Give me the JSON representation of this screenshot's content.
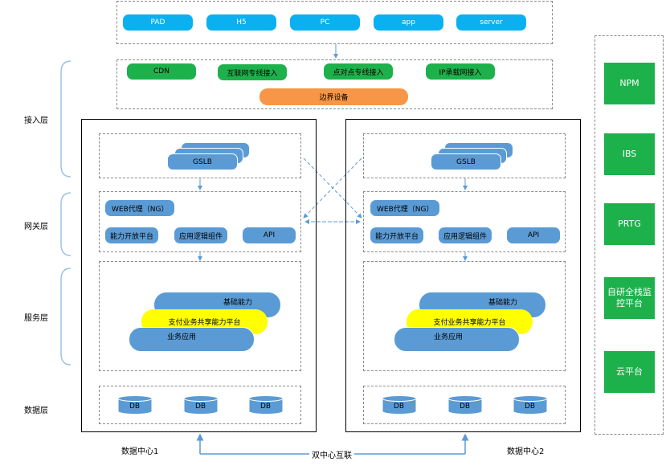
{
  "clients": [
    "PAD",
    "H5",
    "PC",
    "app",
    "server"
  ],
  "access": {
    "links": [
      "CDN",
      "互联网专线接入",
      "点对点专线接入",
      "IP承载网接入"
    ],
    "edge": "边界设备"
  },
  "layers": {
    "access": "接入层",
    "gateway": "网关层",
    "service": "服务层",
    "data": "数据层"
  },
  "datacenter": {
    "gslb": "GSLB",
    "web_proxy": "WEB代理（NG）",
    "capability_platform": "能力开放平台",
    "app_logic": "应用逻辑组件",
    "api": "API",
    "base_capability": "基础能力",
    "payment_platform": "支付业务共享能力平台",
    "business_app": "业务应用",
    "db": "DB"
  },
  "centers": [
    "数据中心1",
    "数据中心2"
  ],
  "interconnect": "双中心互联",
  "side_panel": [
    "NPM",
    "IBS",
    "PRTG",
    "自研全栈监控平台",
    "云平台"
  ],
  "colors": {
    "client_blue": "#0ab0f0",
    "green": "#1db14b",
    "orange": "#f79646",
    "box_blue": "#5b9bd5",
    "yellow": "#ffff00",
    "line_blue": "#5b9bd5"
  }
}
